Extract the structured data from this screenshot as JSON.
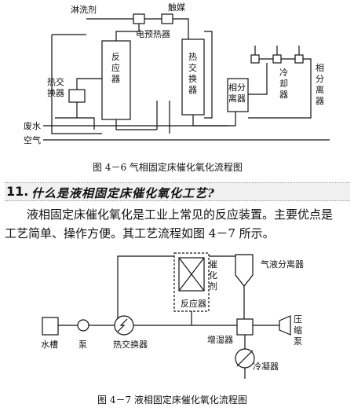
{
  "figure1": {
    "caption": "图 4－6 气相固定床催化氧化流程图",
    "labels": {
      "wash": "淋洗剂",
      "catalyst": "触媒",
      "preheater": "电预热器",
      "reactor": "反应器",
      "hx_right": "热交换器",
      "hx_left": "热交换器",
      "separator": "相分离器",
      "cooler": "冷却器",
      "phase_sep": "相分离器",
      "wastewater": "废水",
      "air": "空气"
    }
  },
  "question": {
    "number": "11.",
    "title": "什么是液相固定床催化氧化工艺?"
  },
  "paragraph": {
    "line1": "液相固定床催化氧化是工业上常见的反应装置。主要优点是",
    "line2": "工艺简单、操作方便。其工艺流程如图 4－7 所示。"
  },
  "figure2": {
    "caption": "图 4－7 液相固定床催化氧化流程图",
    "labels": {
      "catalyst": "催化剂",
      "reactor": "反应器",
      "gl_separator": "气液分离器",
      "tank": "水槽",
      "pump": "泵",
      "hx": "热交换器",
      "humidifier": "增湿器",
      "condenser": "冷凝器",
      "compressor": "压缩泵"
    }
  }
}
